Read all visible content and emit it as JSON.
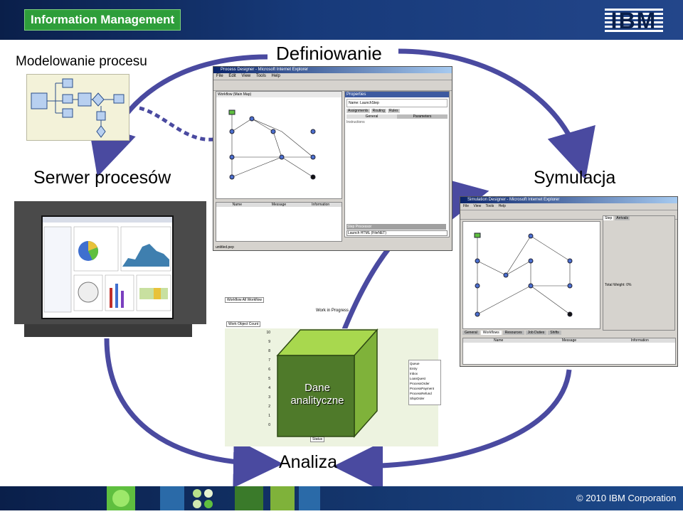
{
  "header": {
    "product_logo": "Information Management",
    "brand_logo": "IBM"
  },
  "labels": {
    "modeling": "Modelowanie procesu",
    "defining": "Definiowanie",
    "server": "Serwer procesów",
    "simulation": "Symulacja",
    "analysis": "Analiza",
    "cube": "Dane analityczne"
  },
  "designer": {
    "title": "Process Designer - Microsoft Internet Explorer",
    "menu": [
      "File",
      "Edit",
      "View",
      "Tools",
      "Help"
    ],
    "workflow_label": "Workflow (Main Map)",
    "properties_label": "Properties",
    "name_field": "Name: LaunchStep",
    "tabs": [
      "Assignments",
      "Routing",
      "Rules"
    ],
    "subtabs": [
      "General",
      "Parameters"
    ],
    "instructions": "Instructions",
    "step_processor": "Step Processor",
    "step_processor_value": "Launch HTML (FileNET)",
    "grid_headers": [
      "Name",
      "Message",
      "Information"
    ],
    "status": "untitled.pep"
  },
  "simulation": {
    "title": "Simulation Designer - Microsoft Internet Explorer",
    "menu": [
      "File",
      "View",
      "Tools",
      "Help"
    ],
    "tabs": [
      "General",
      "Workflows",
      "Resources",
      "Job Duties",
      "Shifts"
    ],
    "grid_headers": [
      "Name",
      "Message",
      "Information"
    ],
    "right_tabs": [
      "Step",
      "Arrivals"
    ],
    "total_weight": "Total Weight: 0%"
  },
  "analysis": {
    "filter_label": "Workflow",
    "filter_value": "All Workflow",
    "chart_title": "Work in Progress",
    "measure": "Work Object Count",
    "queue_label": "Queue",
    "queues": [
      "Entry",
      "Inbox",
      "LoanQuest",
      "ProcessOrder",
      "ProcessPayment",
      "ProcessRefund",
      "ShipOrder"
    ],
    "status_label": "Status",
    "y_ticks": [
      "10",
      "9",
      "8",
      "7",
      "6",
      "5",
      "4",
      "3",
      "2",
      "1",
      "0"
    ]
  },
  "footer": {
    "copyright": "© 2010  IBM Corporation"
  },
  "colors": {
    "arrow": "#4a4aa0",
    "cube_front": "#4f7a2a",
    "cube_side": "#7fb23a",
    "cube_top": "#a8d84e",
    "header": "#0a1f4a"
  }
}
